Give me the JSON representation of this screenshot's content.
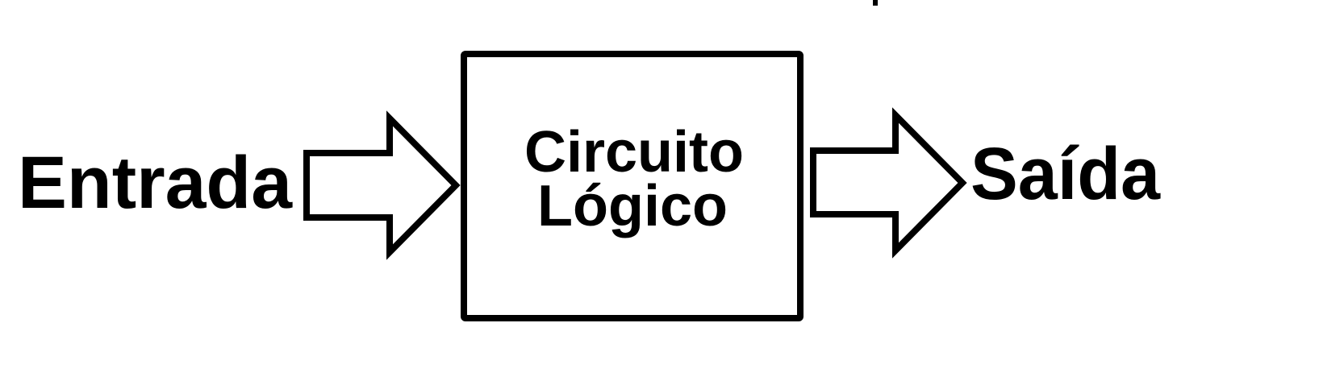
{
  "diagram": {
    "input_label": "Entrada",
    "block_line1": "Circuito",
    "block_line2": "Lógico",
    "output_label": "Saída"
  },
  "colors": {
    "stroke": "#000000",
    "background": "#ffffff"
  }
}
